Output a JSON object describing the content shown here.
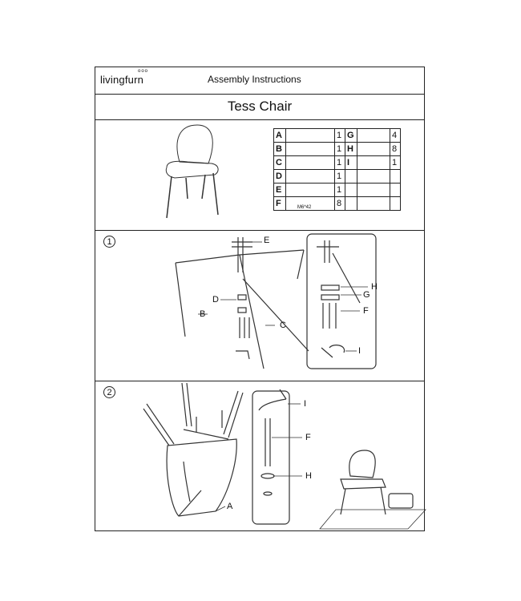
{
  "header": {
    "brand": "livingfurn",
    "brand_dots": "ooo",
    "title": "Assembly Instructions"
  },
  "product": {
    "name": "Tess Chair"
  },
  "parts": [
    {
      "key": "A",
      "qty": "1",
      "key2": "G",
      "qty2": "4"
    },
    {
      "key": "B",
      "qty": "1",
      "key2": "H",
      "qty2": "8"
    },
    {
      "key": "C",
      "qty": "1",
      "key2": "I",
      "qty2": "1"
    },
    {
      "key": "D",
      "qty": "1",
      "key2": "",
      "qty2": ""
    },
    {
      "key": "E",
      "qty": "1",
      "key2": "",
      "qty2": ""
    },
    {
      "key": "F",
      "qty": "8",
      "key2": "",
      "qty2": ""
    }
  ],
  "bolt_spec": "M6*42",
  "steps": [
    {
      "number": "1",
      "labels": {
        "e": "E",
        "d": "D",
        "b": "B",
        "c": "C",
        "h": "H",
        "g": "G",
        "f": "F",
        "i": "I"
      }
    },
    {
      "number": "2",
      "labels": {
        "i": "I",
        "f": "F",
        "h": "H",
        "a": "A"
      }
    }
  ]
}
